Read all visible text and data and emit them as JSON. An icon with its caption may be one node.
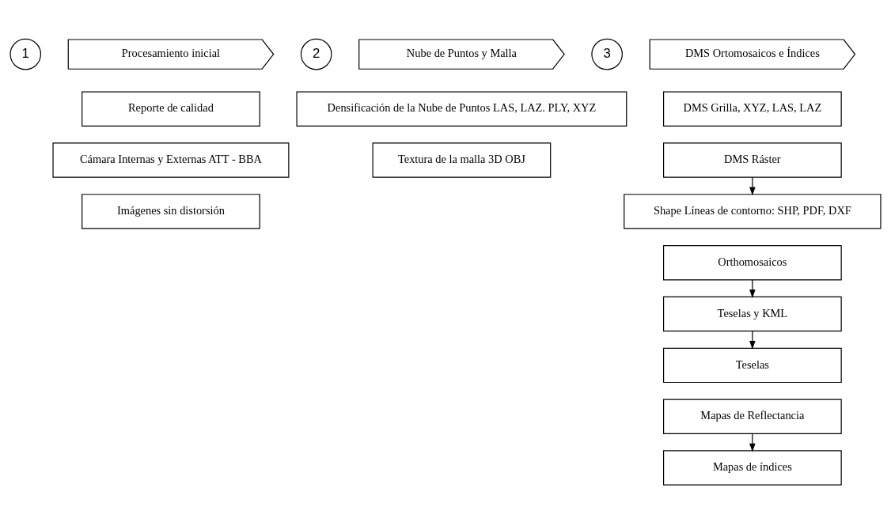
{
  "diagram": {
    "nodes": [
      {
        "text": [
          "1"
        ]
      },
      {
        "text": [
          "Procesamiento inicial"
        ]
      },
      {
        "text": [
          "Reporte de calidad"
        ]
      },
      {
        "text": [
          "Cámara Internas y Externas ATT - BBA"
        ]
      },
      {
        "text": [
          "Imágenes sin distorsión"
        ]
      },
      {
        "text": [
          "2"
        ]
      },
      {
        "text": [
          "Nube de Puntos y Malla"
        ]
      },
      {
        "text": [
          "Densificación de la Nube de Puntos LAS, LAZ. PLY, XYZ"
        ]
      },
      {
        "text": [
          "Textura de la malla 3D OBJ"
        ]
      },
      {
        "text": [
          "3"
        ]
      },
      {
        "text": [
          "DMS Ortomosaicos e Índices"
        ]
      },
      {
        "text": [
          "DMS Grilla, XYZ, LAS, LAZ"
        ]
      },
      {
        "text": [
          "DMS Ráster"
        ]
      },
      {
        "text": [
          "Shape Líneas de contorno: SHP, PDF, DXF"
        ]
      },
      {
        "text": [
          "Orthomosaicos"
        ]
      },
      {
        "text": [
          "Teselas y KML"
        ]
      },
      {
        "text": [
          "Teselas"
        ]
      },
      {
        "text": [
          "Mapas de Reflectancia"
        ]
      },
      {
        "text": [
          "Mapas de índices"
        ]
      }
    ],
    "edges": [
      {
        "from": 12,
        "to": 13,
        "arrow": "to"
      },
      {
        "from": 14,
        "to": 15,
        "arrow": "to"
      },
      {
        "from": 15,
        "to": 16,
        "arrow": "to"
      },
      {
        "from": 17,
        "to": 18,
        "arrow": "to"
      }
    ]
  }
}
